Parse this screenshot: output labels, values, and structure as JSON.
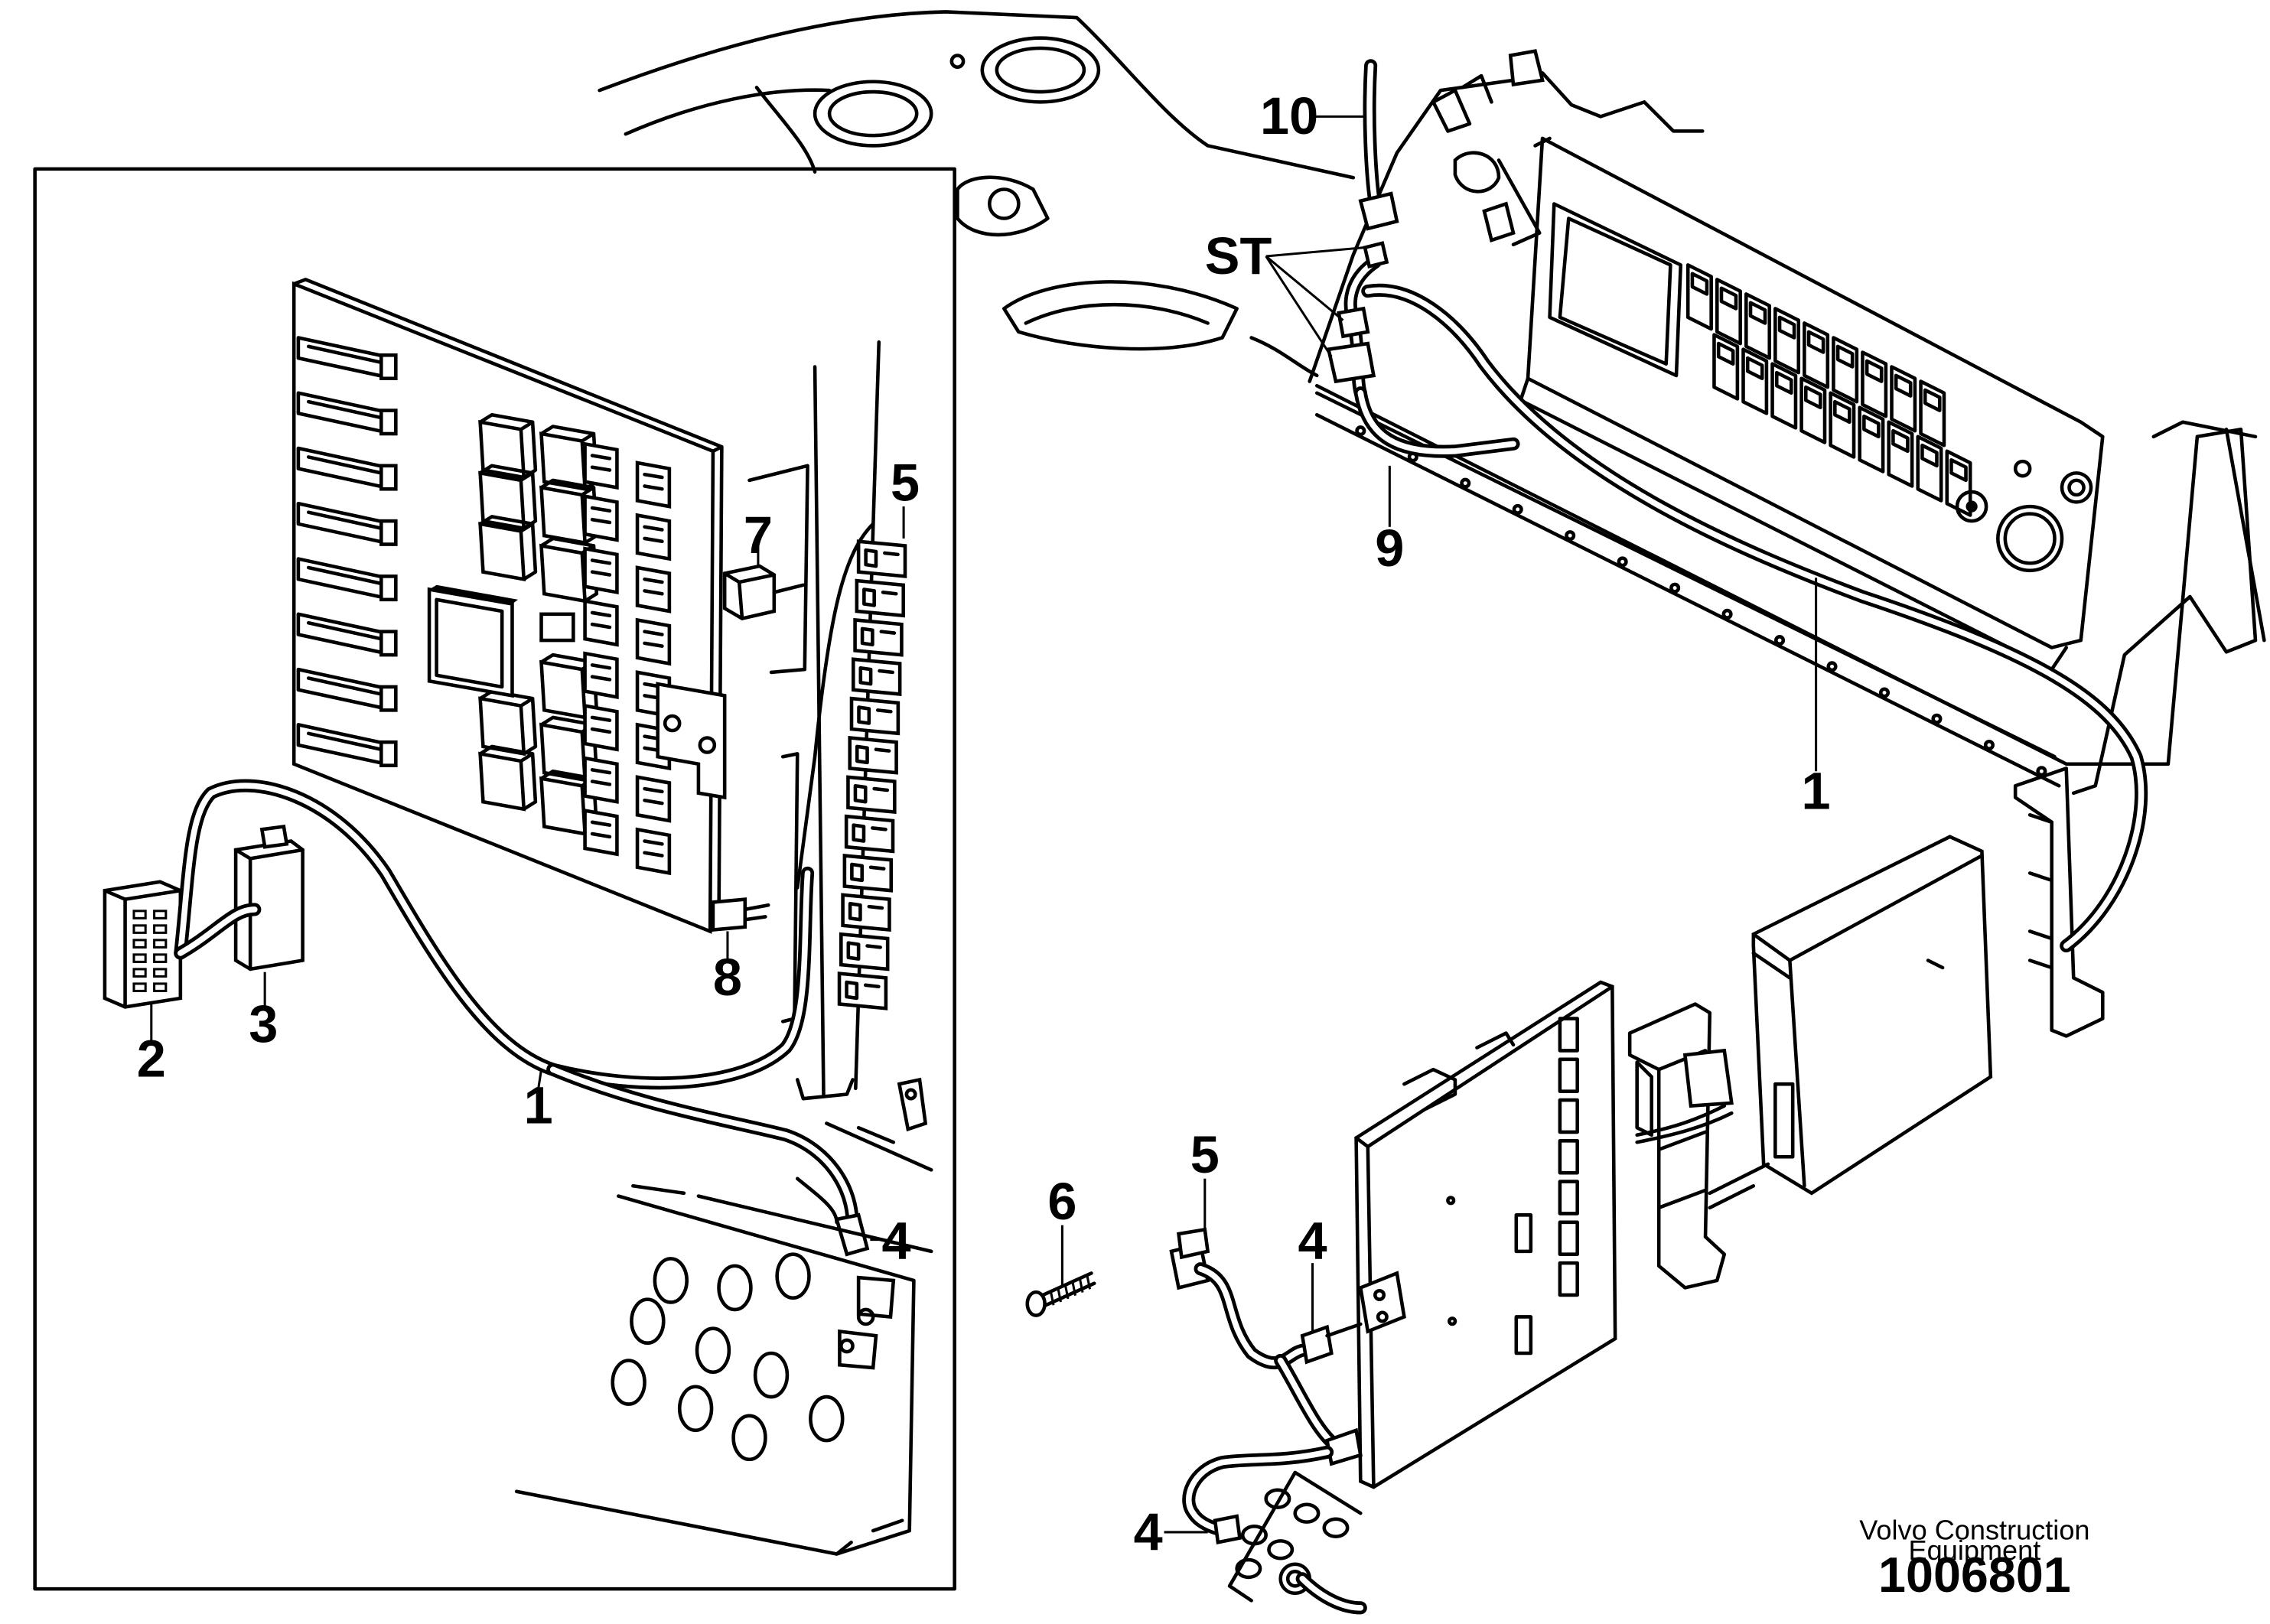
{
  "labels": {
    "callout_1_inset": "1",
    "callout_2": "2",
    "callout_3": "3",
    "callout_4_inset": "4",
    "callout_5_inset": "5",
    "callout_7": "7",
    "callout_8": "8",
    "callout_10": "10",
    "callout_st": "ST",
    "callout_9": "9",
    "callout_1_main": "1",
    "callout_5_main": "5",
    "callout_6": "6",
    "callout_4_upper": "4",
    "callout_4_lower": "4"
  },
  "footer": {
    "brand_line1": "Volvo Construction",
    "brand_line2": "Equipment",
    "drawing_number": "1006801"
  }
}
